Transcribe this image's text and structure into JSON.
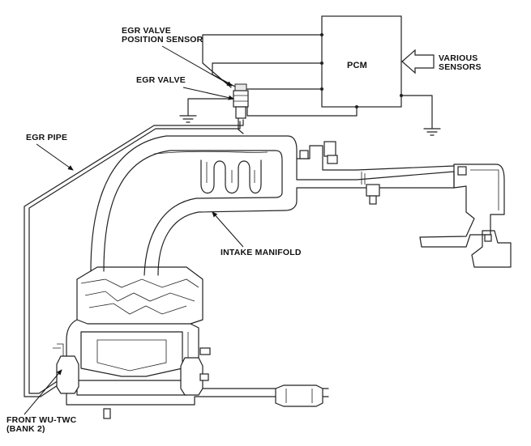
{
  "labels": {
    "egr_valve_position_sensor": [
      "EGR VALVE",
      "POSITION SENSOR"
    ],
    "egr_valve": "EGR VALVE",
    "pcm": "PCM",
    "various_sensors": [
      "VARIOUS",
      "SENSORS"
    ],
    "egr_pipe": "EGR PIPE",
    "intake_manifold": "INTAKE MANIFOLD",
    "front_wu_twc": [
      "FRONT WU-TWC",
      "(BANK 2)"
    ]
  }
}
